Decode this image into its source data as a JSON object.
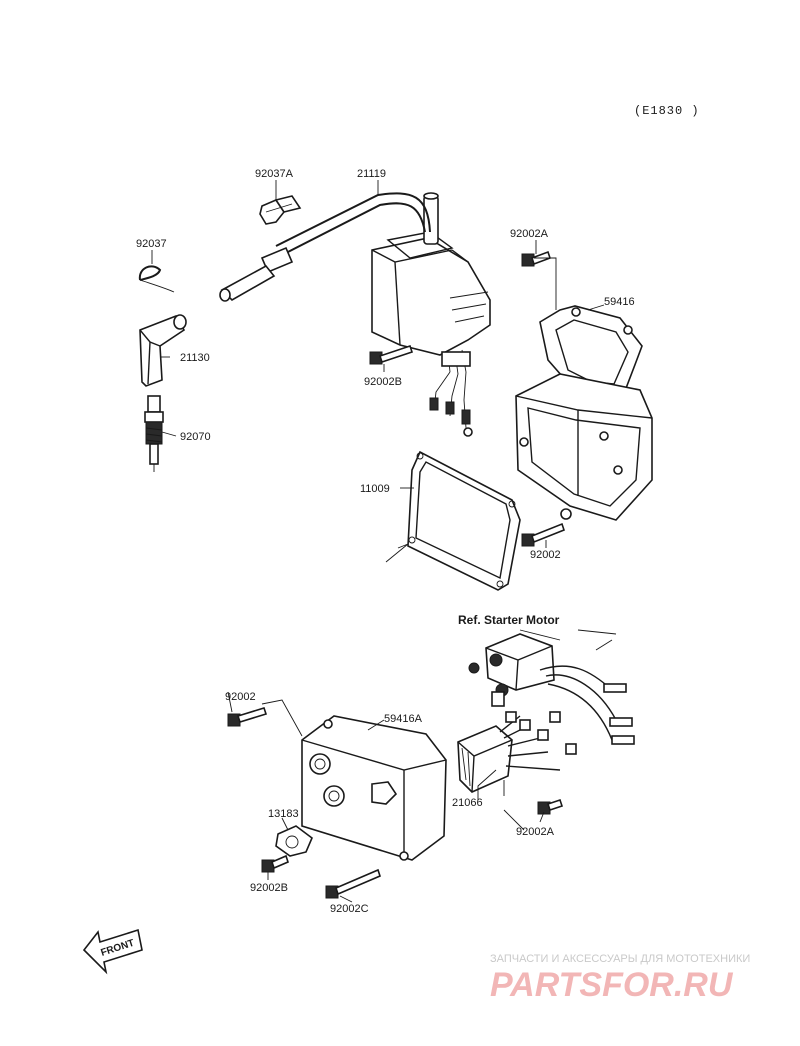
{
  "diagram_code": "(E1830 )",
  "labels": {
    "l_92037A": "92037A",
    "l_21119": "21119",
    "l_92037": "92037",
    "l_21130": "21130",
    "l_92070": "92070",
    "l_92002B_top": "92002B",
    "l_92002A_top": "92002A",
    "l_59416": "59416",
    "l_11009": "11009",
    "l_92002_right": "92002",
    "l_ref_starter": "Ref. Starter Motor",
    "l_92002_left": "92002",
    "l_59416A": "59416A",
    "l_13183": "13183",
    "l_92002B_bottom": "92002B",
    "l_92002C": "92002C",
    "l_21066": "21066",
    "l_92002A_bottom": "92002A"
  },
  "front_arrow": "FRONT",
  "watermark": {
    "tagline": "ЗАПЧАСТИ И АКСЕССУАРЫ ДЛЯ МОТОТЕХНИКИ",
    "brand": "PARTSFOR.RU"
  }
}
